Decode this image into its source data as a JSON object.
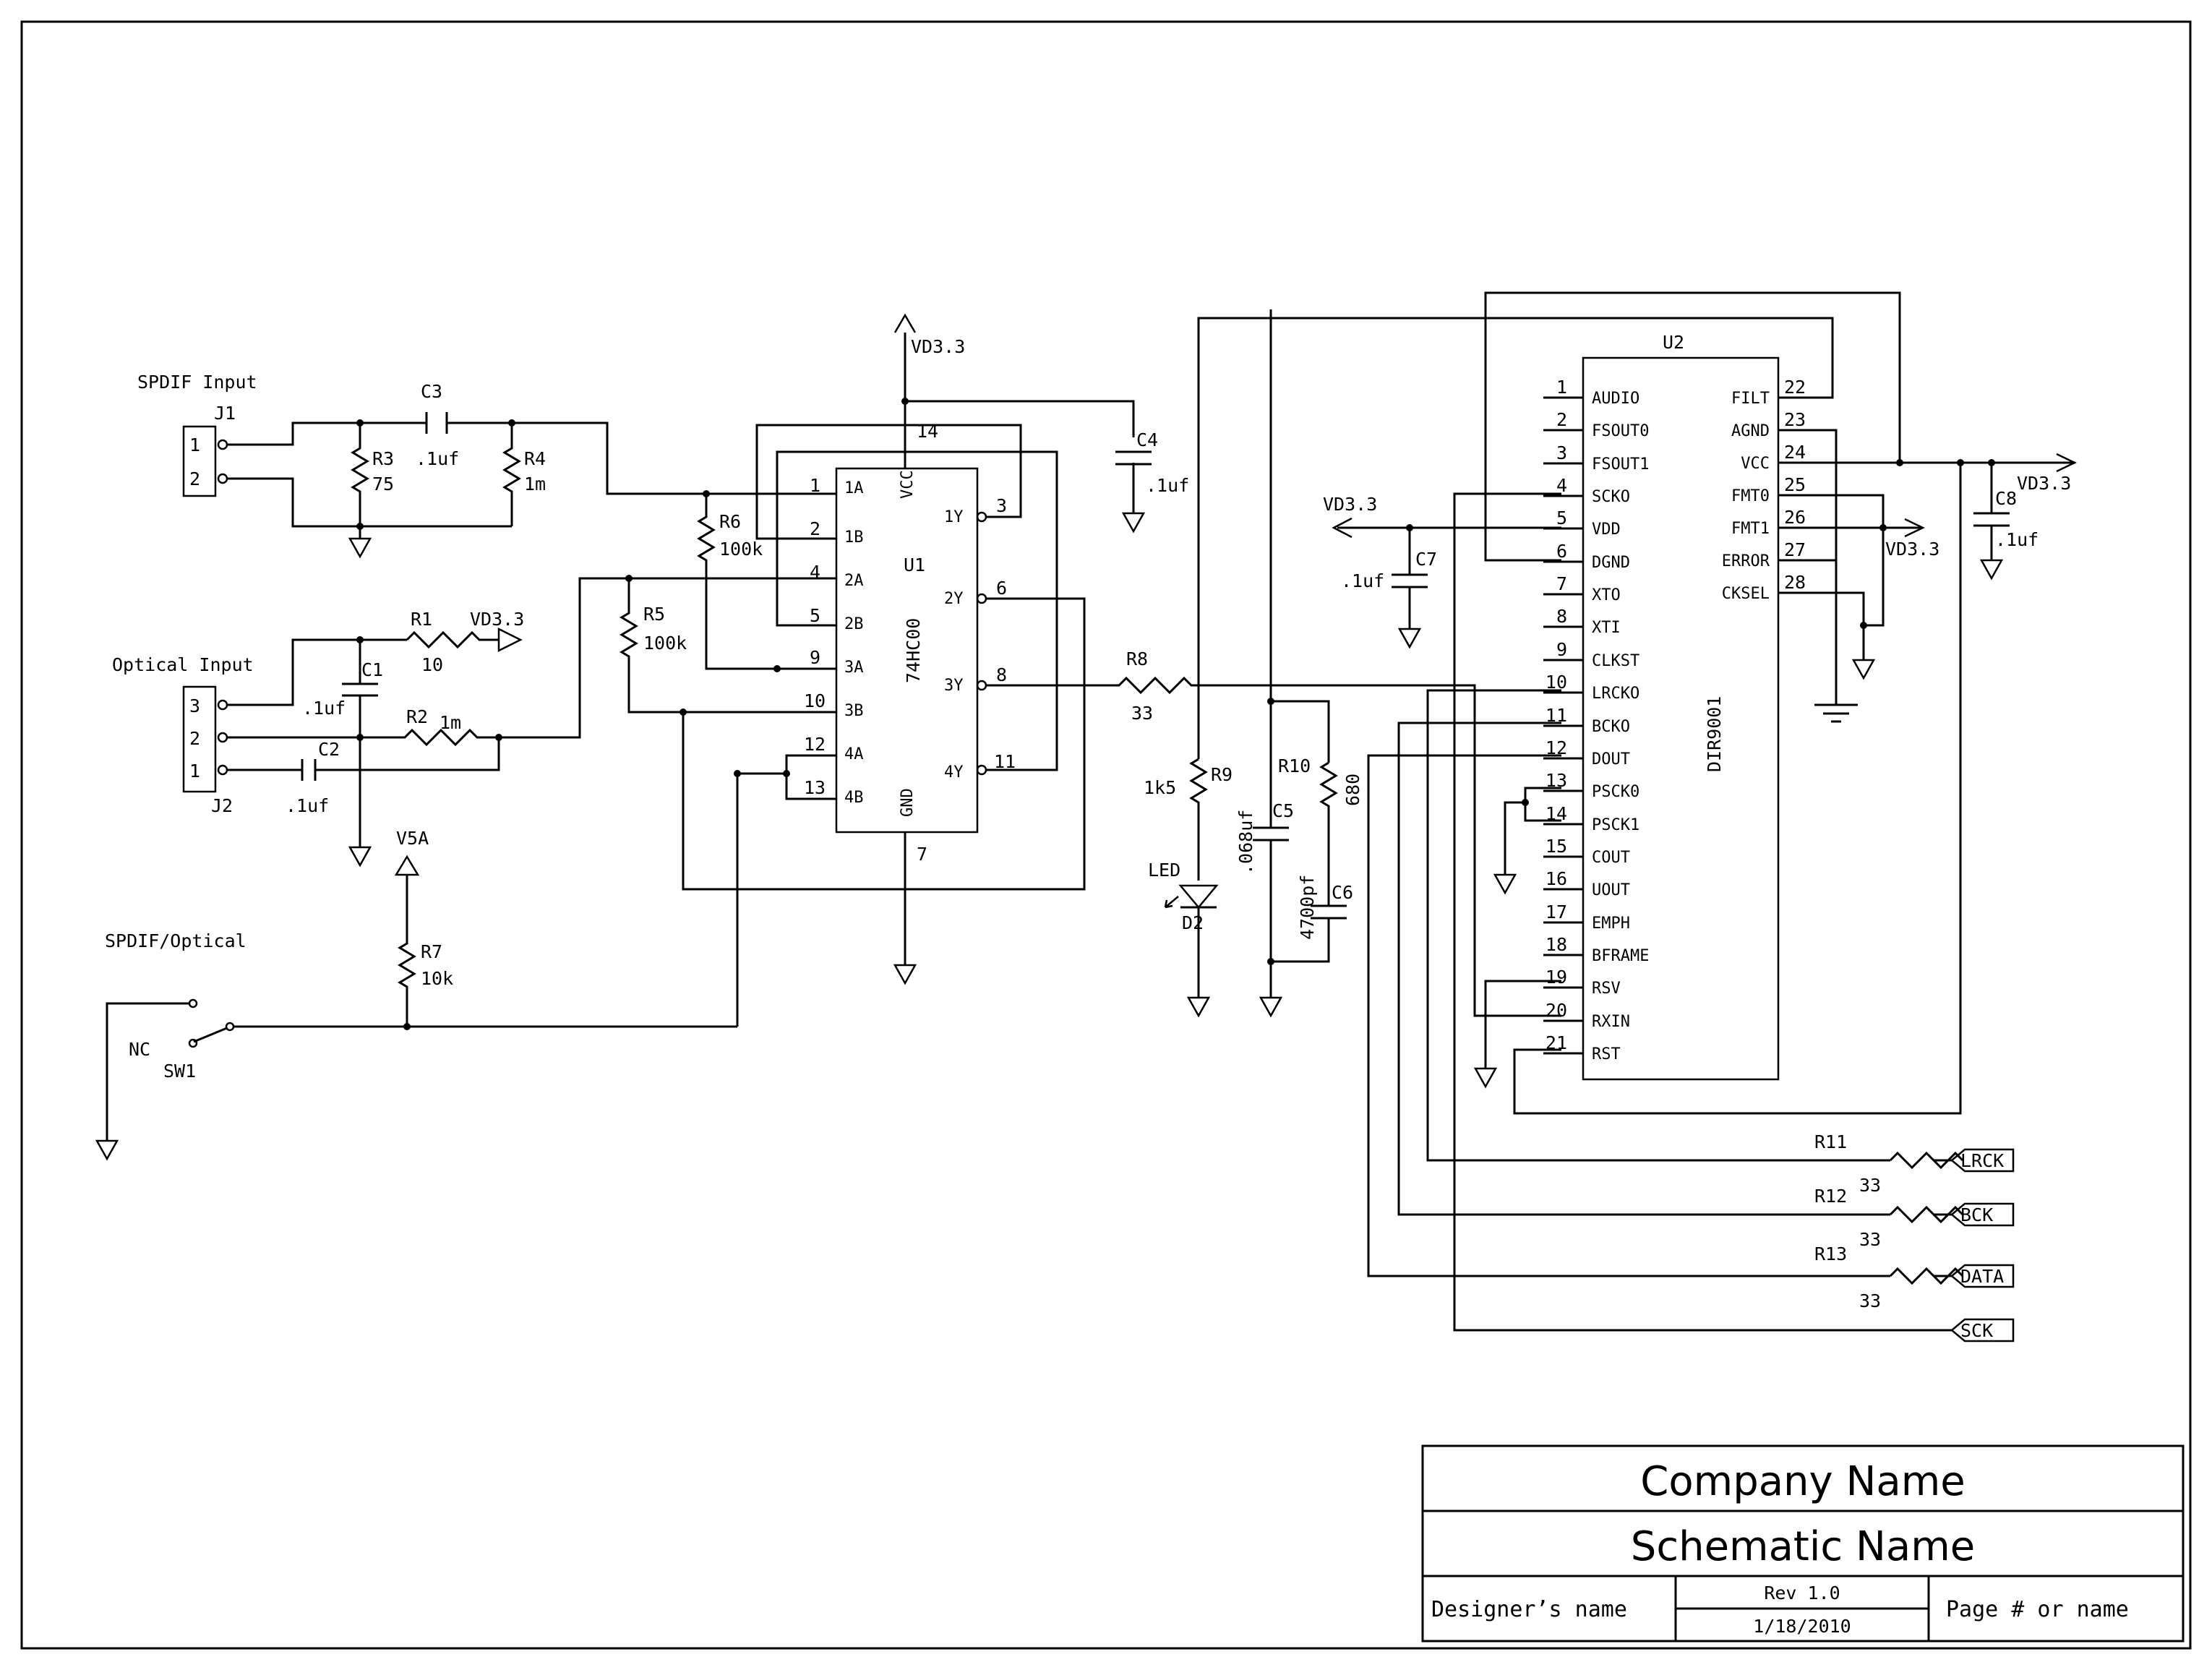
{
  "connectors": {
    "j1": {
      "ref": "J1",
      "title": "SPDIF Input",
      "pins": [
        "1",
        "2"
      ]
    },
    "j2": {
      "ref": "J2",
      "title": "Optical Input",
      "pins": [
        "3",
        "2",
        "1"
      ]
    }
  },
  "rails": {
    "vd33": "VD3.3",
    "v5a": "V5A"
  },
  "passives": {
    "r1": {
      "ref": "R1",
      "value": "10"
    },
    "r2": {
      "ref": "R2",
      "value": "1m"
    },
    "r3": {
      "ref": "R3",
      "value": "75"
    },
    "r4": {
      "ref": "R4",
      "value": "1m"
    },
    "r5": {
      "ref": "R5",
      "value": "100k"
    },
    "r6": {
      "ref": "R6",
      "value": "100k"
    },
    "r7": {
      "ref": "R7",
      "value": "10k"
    },
    "r8": {
      "ref": "R8",
      "value": "33"
    },
    "r9": {
      "ref": "R9",
      "value": "1k5"
    },
    "r10": {
      "ref": "R10",
      "value": "680"
    },
    "r11": {
      "ref": "R11",
      "value": "33"
    },
    "r12": {
      "ref": "R12",
      "value": "33"
    },
    "r13": {
      "ref": "R13",
      "value": "33"
    },
    "c1": {
      "ref": "C1",
      "value": ".1uf"
    },
    "c2": {
      "ref": "C2",
      "value": ".1uf"
    },
    "c3": {
      "ref": "C3",
      "value": ".1uf"
    },
    "c4": {
      "ref": "C4",
      "value": ".1uf"
    },
    "c5": {
      "ref": "C5",
      "value": ".068uf"
    },
    "c6": {
      "ref": "C6",
      "value": "4700pf"
    },
    "c7": {
      "ref": "C7",
      "value": ".1uf"
    },
    "c8": {
      "ref": "C8",
      "value": ".1uf"
    }
  },
  "diode": {
    "ref": "D2",
    "label": "LED"
  },
  "switch": {
    "ref": "SW1",
    "nc": "NC",
    "title": "SPDIF/Optical"
  },
  "u1": {
    "ref": "U1",
    "part": "74HC00",
    "left_pins": [
      {
        "num": "1",
        "name": "1A"
      },
      {
        "num": "2",
        "name": "1B"
      },
      {
        "num": "4",
        "name": "2A"
      },
      {
        "num": "5",
        "name": "2B"
      },
      {
        "num": "9",
        "name": "3A"
      },
      {
        "num": "10",
        "name": "3B"
      },
      {
        "num": "12",
        "name": "4A"
      },
      {
        "num": "13",
        "name": "4B"
      }
    ],
    "right_pins": [
      {
        "num": "3",
        "name": "1Y"
      },
      {
        "num": "6",
        "name": "2Y"
      },
      {
        "num": "8",
        "name": "3Y"
      },
      {
        "num": "11",
        "name": "4Y"
      }
    ],
    "vcc": {
      "num": "14",
      "name": "VCC"
    },
    "gnd": {
      "num": "7",
      "name": "GND"
    }
  },
  "u2": {
    "ref": "U2",
    "part": "DIR9001",
    "left_pins": [
      {
        "num": "1",
        "name": "AUDIO"
      },
      {
        "num": "2",
        "name": "FSOUT0"
      },
      {
        "num": "3",
        "name": "FSOUT1"
      },
      {
        "num": "4",
        "name": "SCKO"
      },
      {
        "num": "5",
        "name": "VDD"
      },
      {
        "num": "6",
        "name": "DGND"
      },
      {
        "num": "7",
        "name": "XTO"
      },
      {
        "num": "8",
        "name": "XTI"
      },
      {
        "num": "9",
        "name": "CLKST"
      },
      {
        "num": "10",
        "name": "LRCKO"
      },
      {
        "num": "11",
        "name": "BCKO"
      },
      {
        "num": "12",
        "name": "DOUT"
      },
      {
        "num": "13",
        "name": "PSCK0"
      },
      {
        "num": "14",
        "name": "PSCK1"
      },
      {
        "num": "15",
        "name": "COUT"
      },
      {
        "num": "16",
        "name": "UOUT"
      },
      {
        "num": "17",
        "name": "EMPH"
      },
      {
        "num": "18",
        "name": "BFRAME"
      },
      {
        "num": "19",
        "name": "RSV"
      },
      {
        "num": "20",
        "name": "RXIN"
      },
      {
        "num": "21",
        "name": "RST"
      }
    ],
    "right_pins": [
      {
        "num": "22",
        "name": "FILT"
      },
      {
        "num": "23",
        "name": "AGND"
      },
      {
        "num": "24",
        "name": "VCC"
      },
      {
        "num": "25",
        "name": "FMT0"
      },
      {
        "num": "26",
        "name": "FMT1"
      },
      {
        "num": "27",
        "name": "ERROR"
      },
      {
        "num": "28",
        "name": "CKSEL"
      }
    ]
  },
  "ports": {
    "lrck": "LRCK",
    "bck": "BCK",
    "data": "DATA",
    "sck": "SCK"
  },
  "title_block": {
    "company": "Company Name",
    "schematic": "Schematic Name",
    "designer": "Designer’s name",
    "rev": "Rev 1.0",
    "date": "1/18/2010",
    "page": "Page # or name"
  }
}
